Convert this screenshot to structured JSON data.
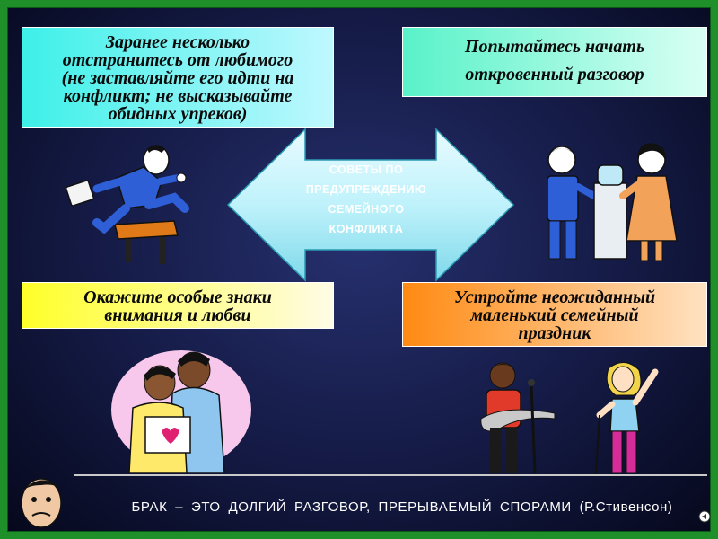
{
  "tips": {
    "top_left": [
      "Заранее несколько",
      "отстранитесь от любимого",
      "(не заставляйте его идти на",
      "конфликт; не высказывайте",
      "обидных упреков)"
    ],
    "top_right": [
      "Попытайтесь начать",
      "откровенный разговор"
    ],
    "bottom_left": [
      "Окажите особые знаки",
      "внимания и любви"
    ],
    "bottom_right": [
      "Устройте неожиданный",
      "маленький семейный",
      "праздник"
    ]
  },
  "center": {
    "lines": [
      "СОВЕТЫ ПО",
      "ПРЕДУПРЕЖДЕНИЮ",
      "СЕМЕЙНОГО",
      "КОНФЛИКТА"
    ]
  },
  "footer": {
    "quote": "БРАК – ЭТО ДОЛГИЙ РАЗГОВОР, ПРЕРЫВАЕМЫЙ СПОРАМИ (Р.Стивенсон)"
  },
  "colors": {
    "border_green": "#1f8f2a",
    "cyan_box": "#3df0e8",
    "mint_box": "#59f2c9",
    "yellow_box": "#ffff2a",
    "orange_box": "#ff8a12",
    "arrow_fill": "#bff2fb"
  },
  "icons": [
    "hurdle-runner-icon",
    "water-cooler-chat-icon",
    "couple-reading-card-icon",
    "guitarist-icon",
    "singer-icon",
    "face-icon",
    "corner-arrow-icon"
  ]
}
